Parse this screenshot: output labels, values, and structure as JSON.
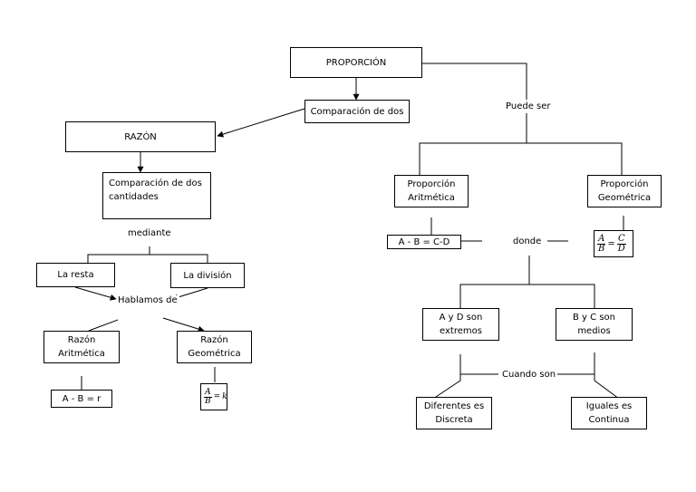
{
  "nodes": {
    "proporcion": "PROPORCIÓN",
    "comparacion_dos": "Comparación de dos",
    "razon": "RAZÓN",
    "comparacion_cantidades": "Comparación de dos\ncantidades",
    "la_resta": "La resta",
    "la_division": "La división",
    "razon_aritmetica": "Razón\nAritmética",
    "razon_geometrica": "Razón\nGeométrica",
    "formula_resta": "A - B = r",
    "proporcion_aritmetica": "Proporción\nAritmética",
    "proporcion_geometrica": "Proporción\nGeométrica",
    "formula_prop_aritmetica": "A - B = C-D",
    "a_d_extremos": "A y D son\nextremos",
    "b_c_medios": "B y C son\nmedios",
    "diferentes_discreta": "Diferentes es\nDiscreta",
    "iguales_continua": "Iguales es\nContinua"
  },
  "labels": {
    "mediante": "mediante",
    "hablamos_de": "Hablamos de",
    "puede_ser": "Puede ser",
    "donde": "donde",
    "cuando_son": "Cuando son"
  },
  "fractions": {
    "razon_geom": {
      "num": "A",
      "den": "B",
      "rhs": "k"
    },
    "prop_geom": {
      "num1": "A",
      "den1": "B",
      "num2": "C",
      "den2": "D"
    }
  }
}
